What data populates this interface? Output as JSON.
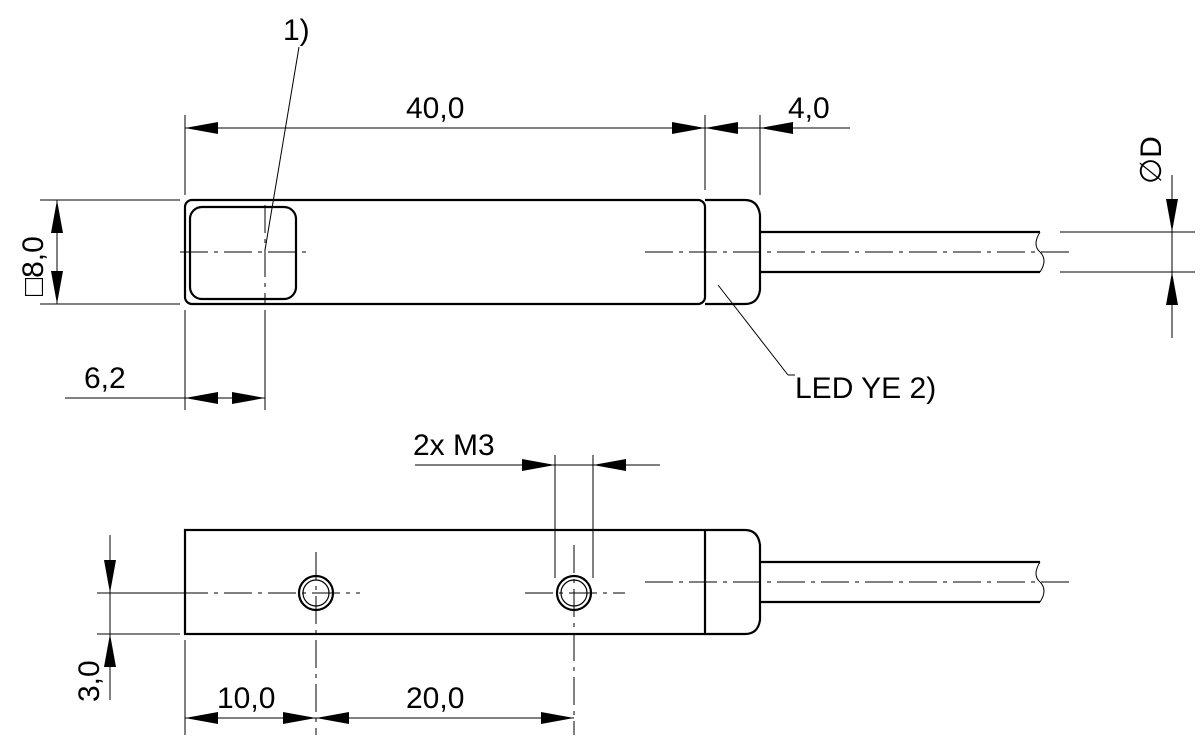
{
  "labels": {
    "note1": "1)",
    "length": "40,0",
    "cable_gland": "4,0",
    "diameter": "∅D",
    "square": "□8,0",
    "offset": "6,2",
    "led": "LED YE 2)",
    "thread": "2x M3",
    "height": "3,0",
    "hole1": "10,0",
    "hole_spacing": "20,0"
  }
}
